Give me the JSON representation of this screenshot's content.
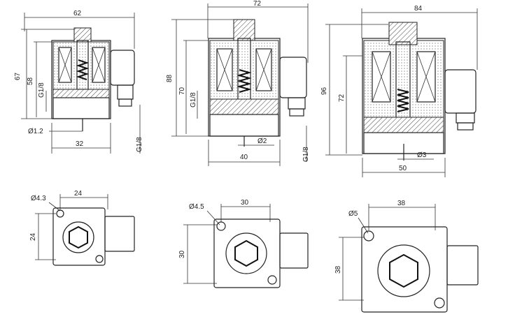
{
  "views": {
    "small_side": {
      "width": "62",
      "height_total": "67",
      "height_body": "58",
      "port": "G1/8",
      "orifice": "Ø1.2",
      "base_width": "32",
      "side_port": "G1/8"
    },
    "medium_side": {
      "width": "72",
      "height_total": "88",
      "height_body": "70",
      "port": "G1/8",
      "orifice": "Ø2",
      "base_width": "40",
      "side_port": "G1/8"
    },
    "large_side": {
      "width": "84",
      "height_total": "96",
      "height_body": "72",
      "orifice": "Ø3",
      "base_width": "50"
    },
    "small_bottom": {
      "hole": "Ø4.3",
      "width": "24",
      "height": "24"
    },
    "medium_bottom": {
      "hole": "Ø4.5",
      "width": "30",
      "height": "30"
    },
    "large_bottom": {
      "hole": "Ø5",
      "width": "38",
      "height": "38"
    }
  }
}
